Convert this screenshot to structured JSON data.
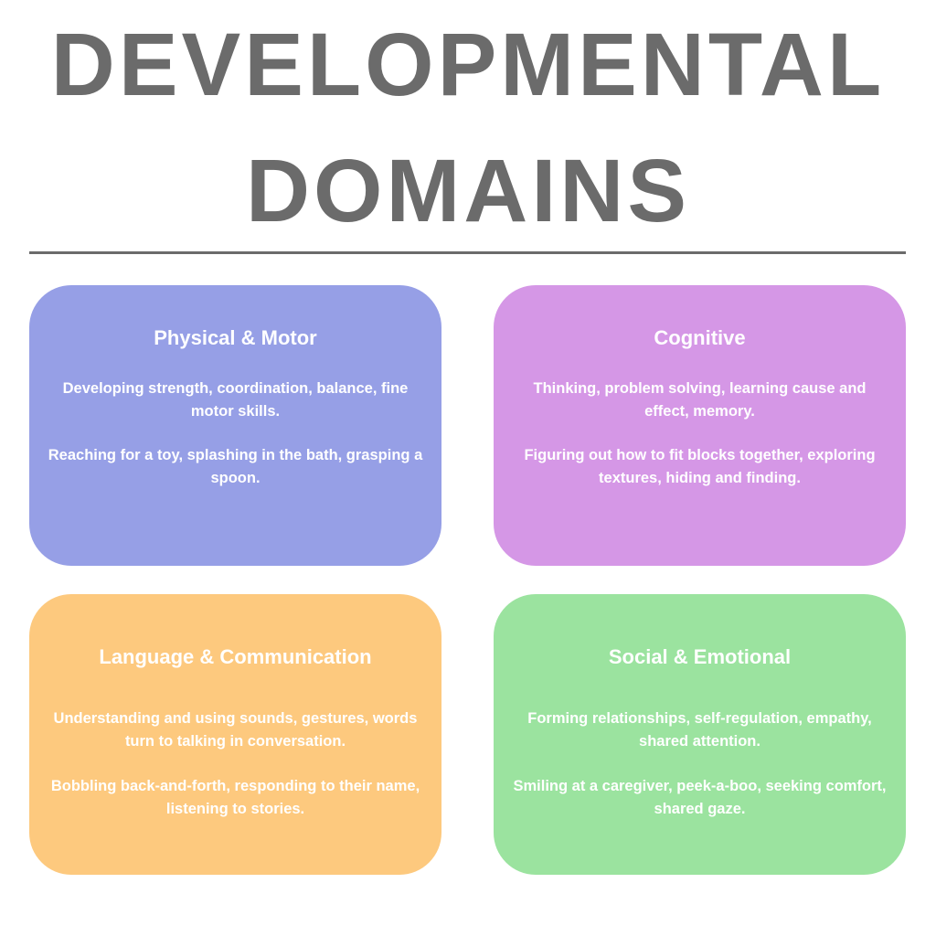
{
  "title": {
    "line1": "DEVELOPMENTAL",
    "line2": "DOMAINS"
  },
  "colors": {
    "title": "#6b6b6b",
    "physical": "#969fe6",
    "cognitive": "#d597e6",
    "language": "#fdc97e",
    "social": "#9be39f"
  },
  "cards": [
    {
      "heading": "Physical & Motor",
      "description": "Developing strength, coordination, balance, fine motor skills.",
      "examples": "Reaching for a toy, splashing in the bath, grasping a spoon."
    },
    {
      "heading": "Cognitive",
      "description": "Thinking, problem solving, learning cause and effect, memory.",
      "examples": "Figuring out how to fit blocks together, exploring textures, hiding and finding."
    },
    {
      "heading": "Language & Communication",
      "description": "Understanding and using sounds, gestures, words turn to talking in conversation.",
      "examples": "Bobbling back-and-forth, responding to their name, listening to stories."
    },
    {
      "heading": "Social & Emotional",
      "description": "Forming relationships, self-regulation, empathy, shared attention.",
      "examples": "Smiling at a caregiver, peek-a-boo, seeking comfort, shared gaze."
    }
  ]
}
